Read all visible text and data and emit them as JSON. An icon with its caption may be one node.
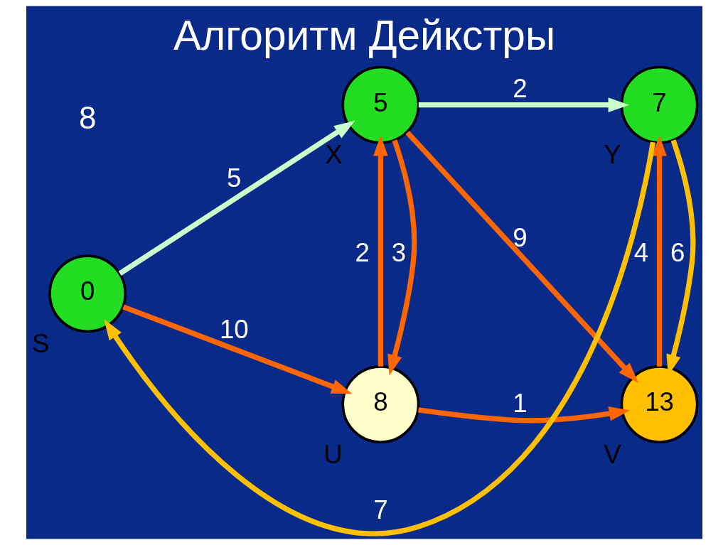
{
  "diagram": {
    "title": "Алгоритм Дейкстры",
    "nodes": [
      {
        "text": [
          "0"
        ],
        "beside": [
          "S"
        ]
      },
      {
        "text": [
          "8"
        ],
        "beside": [
          "U"
        ]
      },
      {
        "text": [
          "13"
        ],
        "beside": [
          "V"
        ]
      },
      {
        "text": [
          "5"
        ],
        "beside": [
          "X"
        ]
      },
      {
        "text": [
          "7"
        ],
        "beside": [
          "Y"
        ]
      }
    ],
    "edges": [
      {
        "from": 0,
        "to": 1,
        "arrow": "to",
        "label": "10"
      },
      {
        "from": 1,
        "to": 3,
        "arrow": "to",
        "label": "2"
      },
      {
        "from": 3,
        "to": 1,
        "arrow": "to",
        "label": "3"
      },
      {
        "from": 0,
        "to": 3,
        "arrow": "to",
        "label": "5",
        "color": "#ccffcc"
      },
      {
        "from": 1,
        "to": 2,
        "arrow": "to",
        "label": "1"
      },
      {
        "from": 3,
        "to": 2,
        "arrow": "to",
        "label": "9"
      },
      {
        "from": 2,
        "to": 4,
        "arrow": "to",
        "label": "4"
      },
      {
        "from": 4,
        "to": 0,
        "arrow": "to",
        "label": "7",
        "color": "#ffc000"
      },
      {
        "from": 4,
        "to": 2,
        "arrow": "to",
        "label": "6",
        "color": "#ffc000"
      },
      {
        "from": 3,
        "to": 4,
        "arrow": "to",
        "label": "2",
        "color": "#ccffcc"
      }
    ],
    "labels": [
      "8"
    ]
  }
}
